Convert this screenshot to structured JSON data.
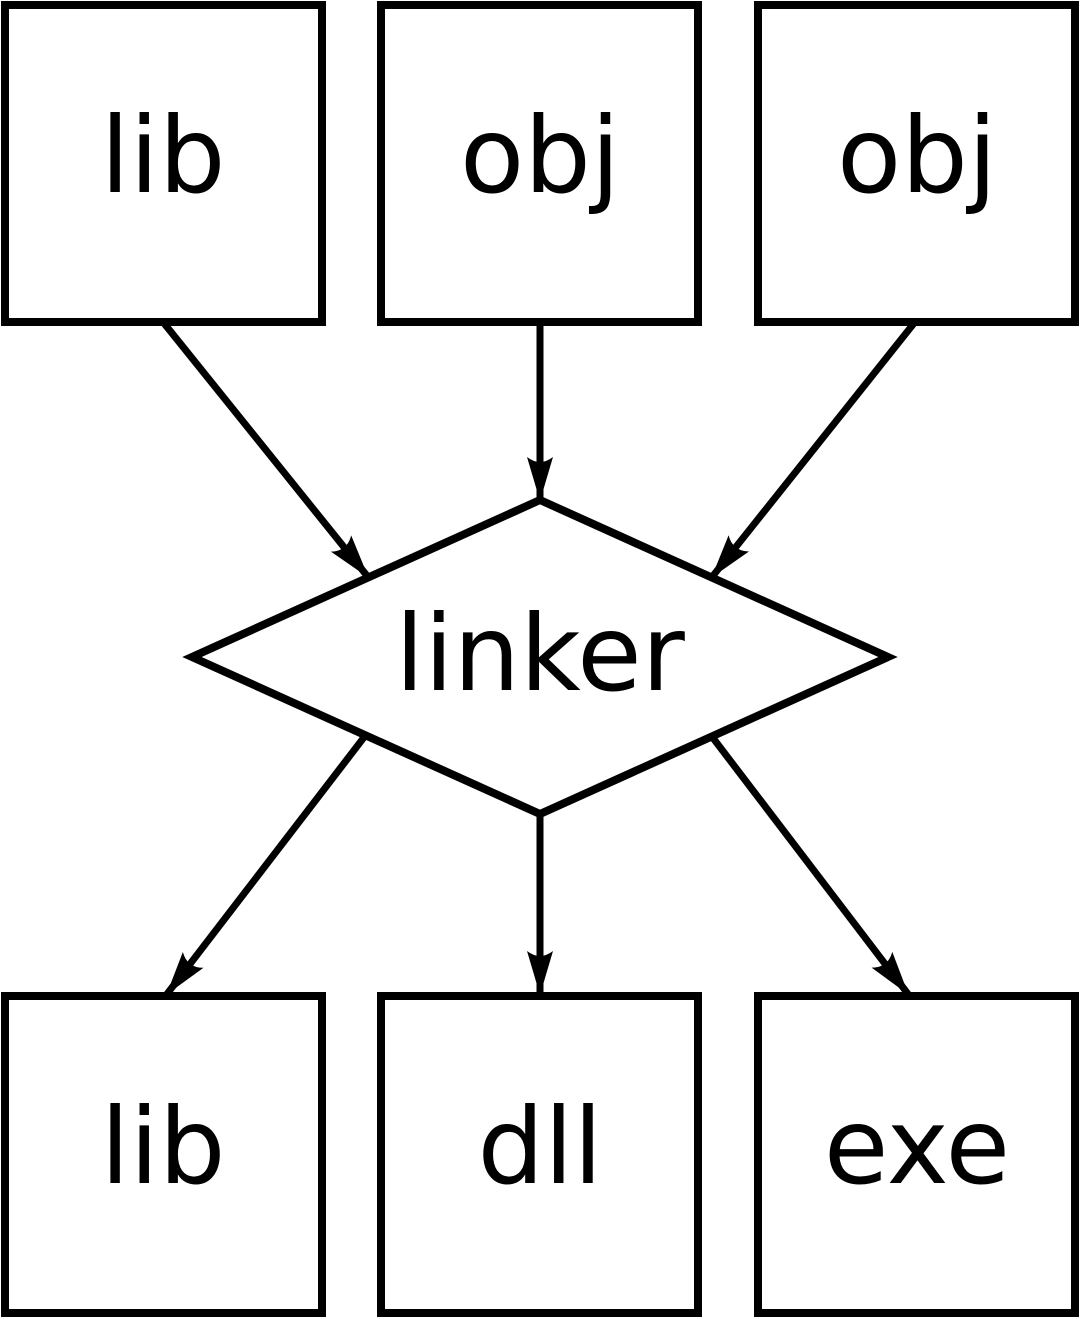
{
  "diagram": {
    "title": "linker flow diagram",
    "type": "flowchart",
    "background_color": "#ffffff",
    "stroke_color": "#000000",
    "node_fill_color": "#ffffff",
    "nodes": [
      {
        "id": "lib-top",
        "label": "lib",
        "shape": "rect",
        "row": "top"
      },
      {
        "id": "obj-mid",
        "label": "obj",
        "shape": "rect",
        "row": "top"
      },
      {
        "id": "obj-right",
        "label": "obj",
        "shape": "rect",
        "row": "top"
      },
      {
        "id": "linker",
        "label": "linker",
        "shape": "diamond",
        "row": "middle"
      },
      {
        "id": "lib-bottom",
        "label": "lib",
        "shape": "rect",
        "row": "bottom"
      },
      {
        "id": "dll",
        "label": "dll",
        "shape": "rect",
        "row": "bottom"
      },
      {
        "id": "exe",
        "label": "exe",
        "shape": "rect",
        "row": "bottom"
      }
    ],
    "edges": [
      {
        "from": "lib-top",
        "to": "linker"
      },
      {
        "from": "obj-mid",
        "to": "linker"
      },
      {
        "from": "obj-right",
        "to": "linker"
      },
      {
        "from": "linker",
        "to": "lib-bottom"
      },
      {
        "from": "linker",
        "to": "dll"
      },
      {
        "from": "linker",
        "to": "exe"
      }
    ]
  }
}
